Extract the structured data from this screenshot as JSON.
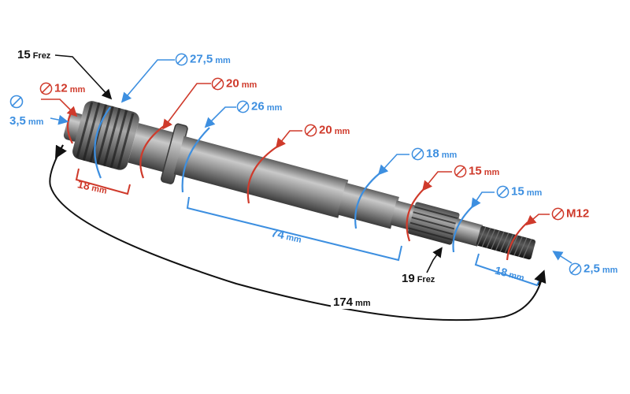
{
  "colors": {
    "blue": "#3d8fe0",
    "red": "#cf3a2b",
    "black": "#111111",
    "steel": "#8d8d8d"
  },
  "symbol": "diameter-icon",
  "labels": {
    "teeth_left": {
      "num": "15",
      "unit": "Frez"
    },
    "teeth_right": {
      "num": "19",
      "unit": "Frez"
    },
    "d_hole_left": {
      "num": "3,5",
      "unit": "mm"
    },
    "d_gear_neck": {
      "num": "12",
      "unit": "mm"
    },
    "d_gear": {
      "num": "27,5",
      "unit": "mm"
    },
    "d_collar": {
      "num": "20",
      "unit": "mm"
    },
    "d_ring": {
      "num": "26",
      "unit": "mm"
    },
    "d_shaft": {
      "num": "20",
      "unit": "mm"
    },
    "d_step": {
      "num": "18",
      "unit": "mm"
    },
    "d_neck_right": {
      "num": "15",
      "unit": "mm"
    },
    "d_spline": {
      "num": "15",
      "unit": "mm"
    },
    "thread": {
      "num": "M12",
      "unit": ""
    },
    "d_hole_right": {
      "num": "2,5",
      "unit": "mm"
    },
    "len_gear": {
      "num": "18",
      "unit": "mm"
    },
    "len_mid": {
      "num": "74",
      "unit": "mm"
    },
    "len_spline": {
      "num": "18",
      "unit": "mm"
    },
    "len_total": {
      "num": "174",
      "unit": "mm"
    }
  }
}
